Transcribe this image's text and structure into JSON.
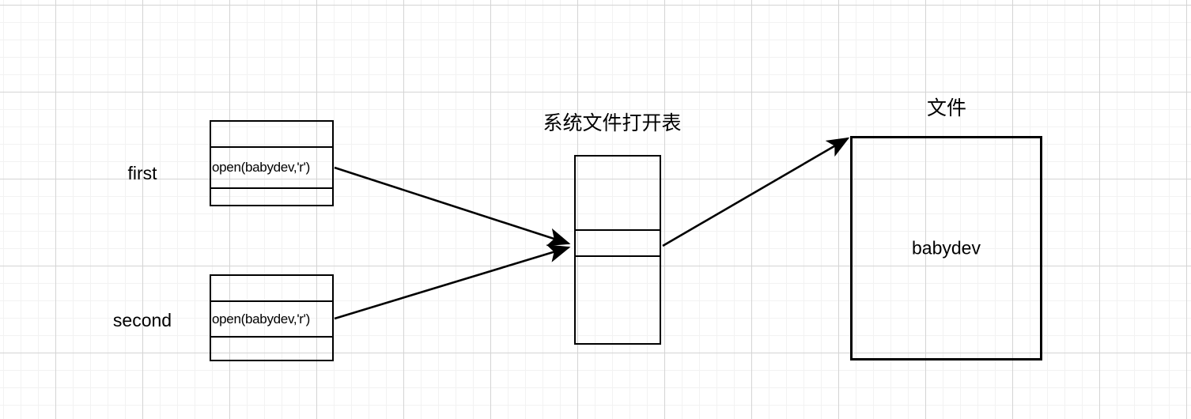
{
  "diagram": {
    "title_center": "系统文件打开表",
    "title_right": "文件",
    "process_labels": {
      "first": "first",
      "second": "second"
    },
    "fd_tables": [
      {
        "owner": "first",
        "rows": [
          "",
          "open(babydev,'r')",
          ""
        ]
      },
      {
        "owner": "second",
        "rows": [
          "",
          "open(babydev,'r')",
          ""
        ]
      }
    ],
    "system_open_file_table": {
      "label": "系统文件打开表",
      "rows": [
        "",
        "",
        ""
      ],
      "highlighted_row_index": 1
    },
    "file_object": {
      "label": "文件",
      "name": "babydev"
    },
    "arrows": [
      {
        "from": "first-fd-entry",
        "to": "system-open-file-entry"
      },
      {
        "from": "second-fd-entry",
        "to": "system-open-file-entry"
      },
      {
        "from": "system-open-file-entry",
        "to": "file-object"
      }
    ],
    "colors": {
      "stroke": "#000000",
      "background": "#ffffff",
      "grid_minor": "#f2f2f2",
      "grid_major": "#d4d4d4"
    }
  }
}
